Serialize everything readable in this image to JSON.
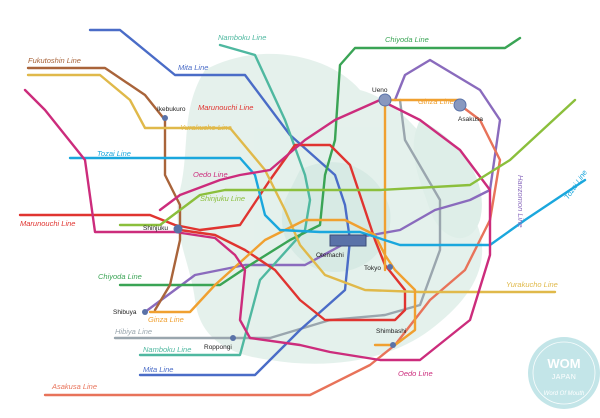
{
  "map": {
    "colors": {
      "namboku": "#4fb8a0",
      "mita": "#4a6cc7",
      "chiyoda": "#3aa455",
      "fukutoshin": "#a9643a",
      "marunouchi": "#e03430",
      "yurakucho": "#e0b94a",
      "ginza": "#f0a030",
      "tozai": "#1aa7dd",
      "oedo": "#cc2c7c",
      "hanzomon": "#8a6bbd",
      "hibiya": "#9aa6ae",
      "asakusa": "#e8735a",
      "shinjuku": "#8bbf3c",
      "land": "#cfe6dd",
      "station": "#5a72a8"
    },
    "lines": [
      {
        "id": "namboku",
        "label": "Namboku Line"
      },
      {
        "id": "mita",
        "label": "Mita Line"
      },
      {
        "id": "chiyoda",
        "label": "Chiyoda Line"
      },
      {
        "id": "fukutoshin",
        "label": "Fukutoshin Line"
      },
      {
        "id": "marunouchi",
        "label": "Marunouchi Line"
      },
      {
        "id": "yurakucho",
        "label": "Yurakucho Line"
      },
      {
        "id": "ginza",
        "label": "Ginza Line"
      },
      {
        "id": "hanzomon",
        "label": "Hanzomon Line"
      },
      {
        "id": "tozai",
        "label": "Tozai Line"
      },
      {
        "id": "oedo",
        "label": "Oedo Line"
      },
      {
        "id": "shinjuku",
        "label": "Shinjuku Line"
      },
      {
        "id": "hibiya",
        "label": "Hibiya Line"
      },
      {
        "id": "asakusa",
        "label": "Asakusa Line"
      }
    ],
    "stations": [
      {
        "id": "ikebukuro",
        "label": "Ikebukuro"
      },
      {
        "id": "ueno",
        "label": "Ueno"
      },
      {
        "id": "asakusa",
        "label": "Asakusa"
      },
      {
        "id": "shinjuku",
        "label": "Shinjuku"
      },
      {
        "id": "otemachi",
        "label": "Otemachi"
      },
      {
        "id": "tokyo",
        "label": "Tokyo"
      },
      {
        "id": "shibuya",
        "label": "Shibuya"
      },
      {
        "id": "roppongi",
        "label": "Roppongi"
      },
      {
        "id": "shimbashi",
        "label": "Shimbashi"
      }
    ],
    "badge": {
      "title": "WOM",
      "subtitle": "JAPAN",
      "ring_text": "Word Of Mouth",
      "color": "#b9e0e4"
    }
  }
}
